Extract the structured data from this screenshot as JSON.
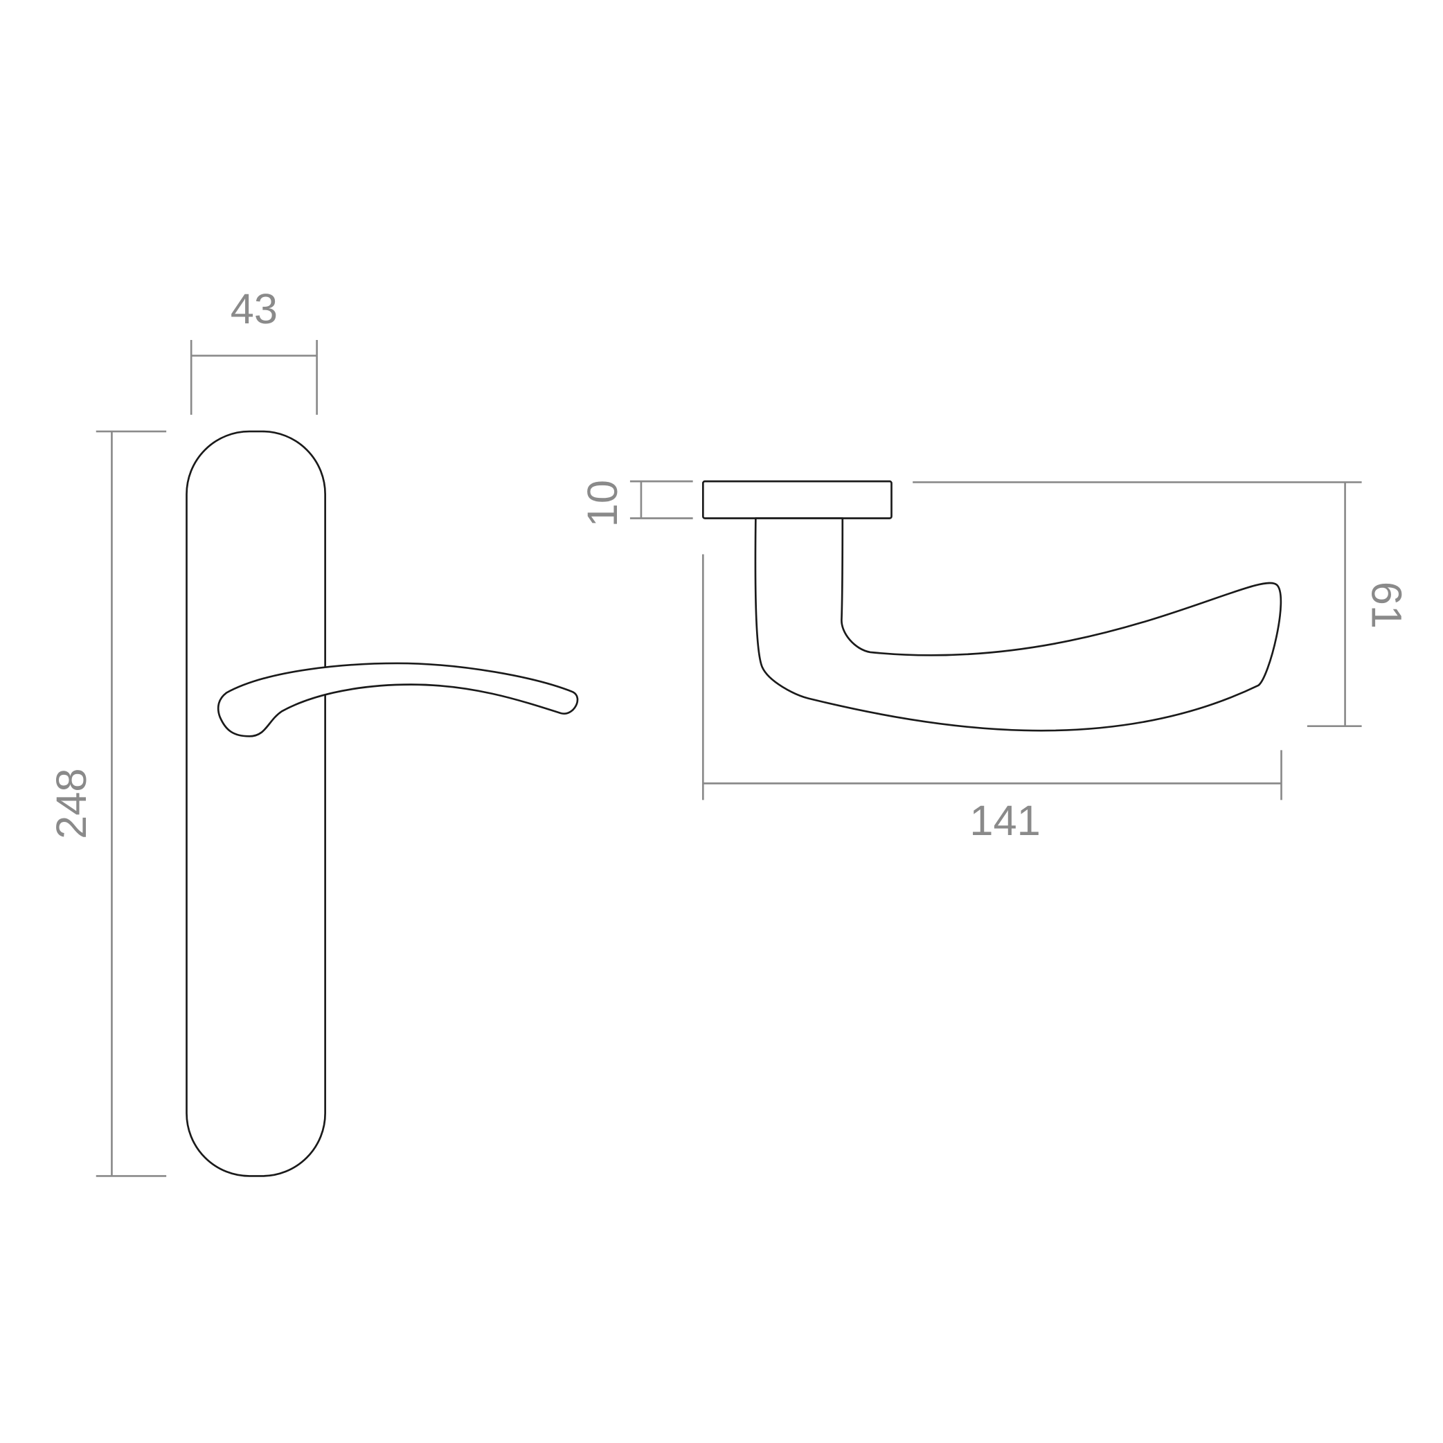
{
  "drawing": {
    "front_view": {
      "width_label": "43",
      "height_label": "248"
    },
    "side_view": {
      "rose_thickness_label": "10",
      "projection_label": "61",
      "length_label": "141"
    },
    "colors": {
      "outline": "#1a1a1a",
      "dimension": "#8a8a8a",
      "background": "#ffffff"
    }
  }
}
